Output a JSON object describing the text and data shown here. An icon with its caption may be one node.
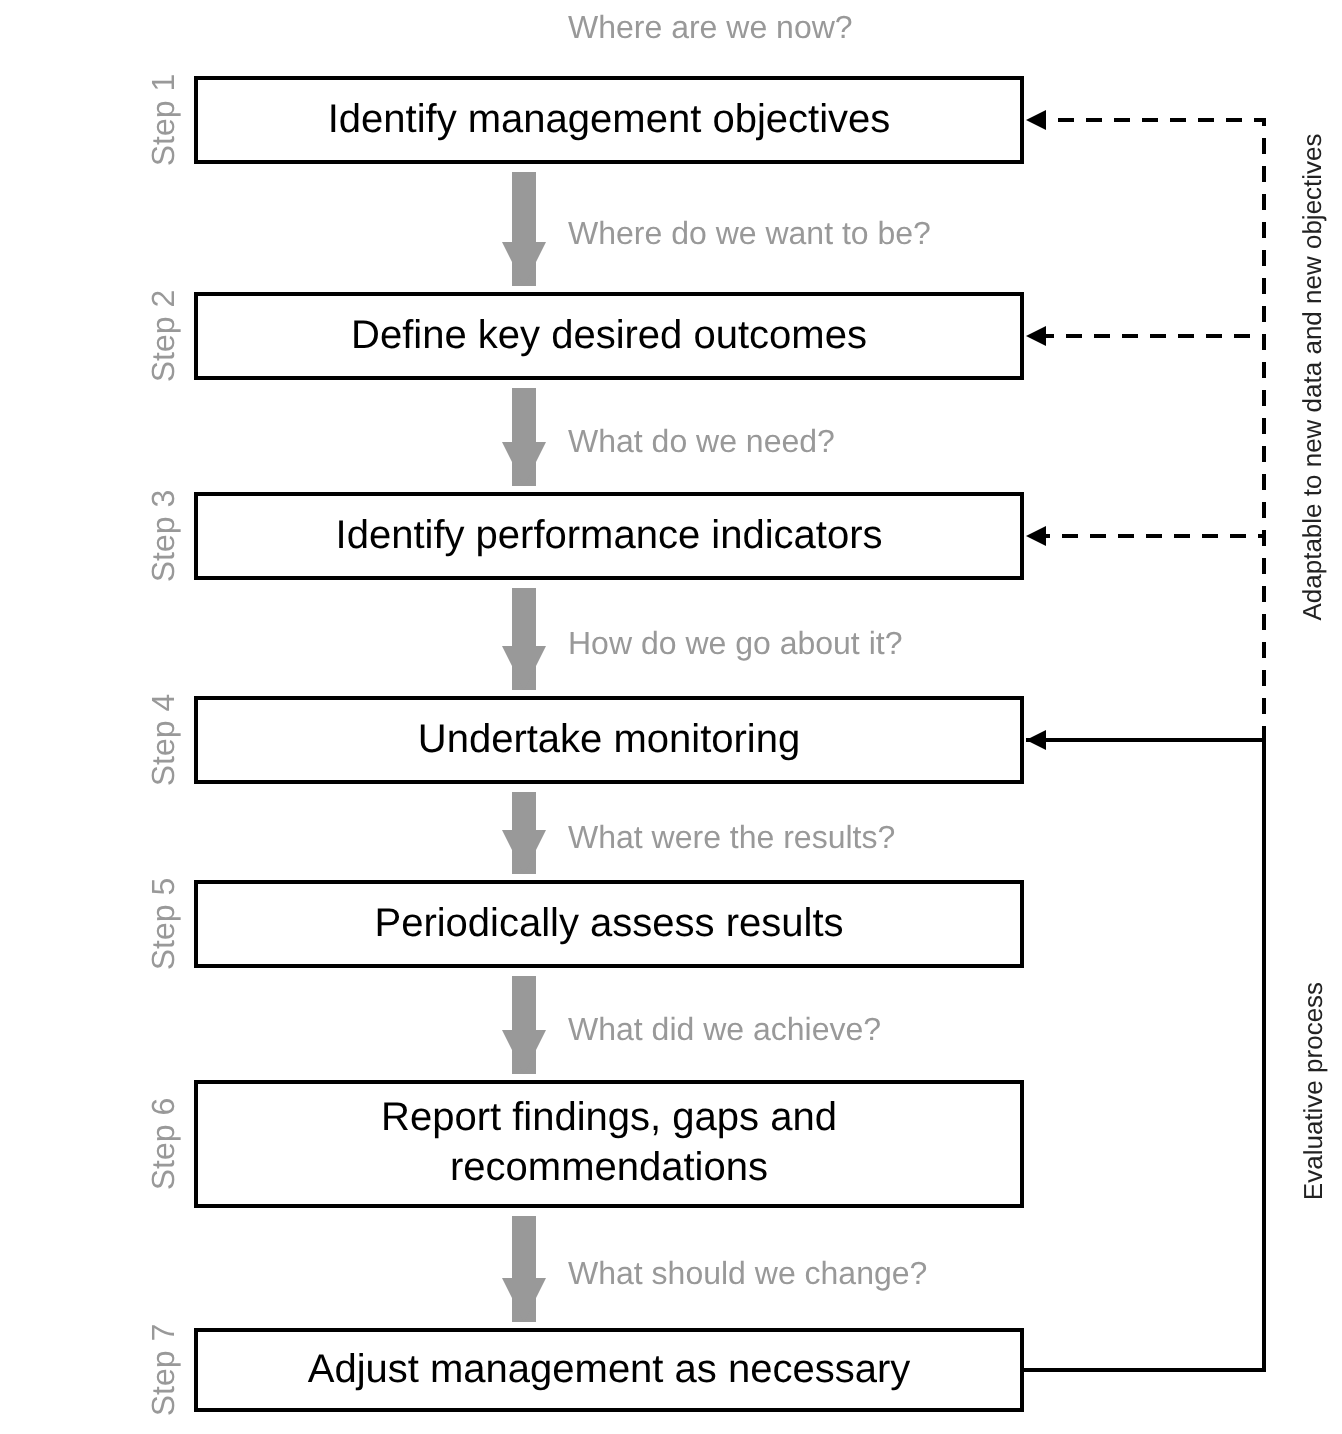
{
  "diagram": {
    "nodes": [
      {
        "text": [
          "Identify management objectives"
        ],
        "beside": [
          "Step 1"
        ]
      },
      {
        "text": [
          "Define key desired outcomes"
        ],
        "beside": [
          "Step 2"
        ]
      },
      {
        "text": [
          "Identify performance indicators"
        ],
        "beside": [
          "Step 3"
        ]
      },
      {
        "text": [
          "Undertake monitoring"
        ],
        "beside": [
          "Step 4"
        ]
      },
      {
        "text": [
          "Periodically assess results"
        ],
        "beside": [
          "Step 5"
        ]
      },
      {
        "text": [
          "Report findings, gaps and recommendations"
        ],
        "beside": [
          "Step 6"
        ]
      },
      {
        "text": [
          "Adjust management as necessary"
        ],
        "beside": [
          "Step 7"
        ]
      }
    ],
    "edges": [
      {
        "from": 0,
        "to": 1,
        "arrow": "to",
        "label": "Where do we want to be?"
      },
      {
        "from": 1,
        "to": 2,
        "arrow": "to",
        "label": "What do we need?"
      },
      {
        "from": 2,
        "to": 3,
        "arrow": "to",
        "label": "How do we go about it?"
      },
      {
        "from": 3,
        "to": 4,
        "arrow": "to",
        "label": "What were the results?"
      },
      {
        "from": 4,
        "to": 5,
        "arrow": "to",
        "label": "What did we achieve?"
      },
      {
        "from": 5,
        "to": 6,
        "arrow": "to",
        "label": "What should we change?"
      },
      {
        "from": 6,
        "to": 3,
        "arrow": "to",
        "color": "#000000"
      },
      {
        "from": 6,
        "to": 2,
        "arrow": "to",
        "style": "dashed",
        "color": "#000000"
      },
      {
        "from": 6,
        "to": 1,
        "arrow": "to",
        "style": "dashed",
        "color": "#000000"
      },
      {
        "from": 6,
        "to": 0,
        "arrow": "to",
        "style": "dashed",
        "color": "#000000"
      }
    ],
    "labels": [
      "Where are we now?",
      "Adaptable to new data and new objectives",
      "Evaluative process"
    ]
  }
}
